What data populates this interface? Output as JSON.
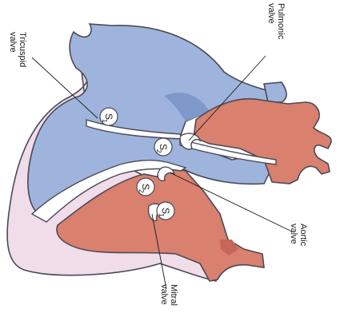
{
  "labels": {
    "tricuspid": [
      "Tricuspid",
      "valve"
    ],
    "pulmonic": [
      "Pulmonic",
      "valve"
    ],
    "aortic": [
      "Aortic",
      "valve"
    ],
    "mitral": [
      "Mitral",
      "valve"
    ]
  },
  "sounds": {
    "s1_tricuspid": {
      "letter": "S",
      "sub": "1"
    },
    "s2_pulmonic": {
      "letter": "S",
      "sub": "2"
    },
    "s2_aortic": {
      "letter": "S",
      "sub": "2"
    },
    "s1_mitral": {
      "letter": "S",
      "sub": "1"
    }
  },
  "colors": {
    "outline": "#4a4a55",
    "wall": "#f1dcea",
    "blue": "#9fb4dc",
    "blue_shade": "#7f98cb",
    "red": "#d9806e",
    "red_shade": "#c66656",
    "white": "#ffffff",
    "leader": "#1a1a1a"
  }
}
